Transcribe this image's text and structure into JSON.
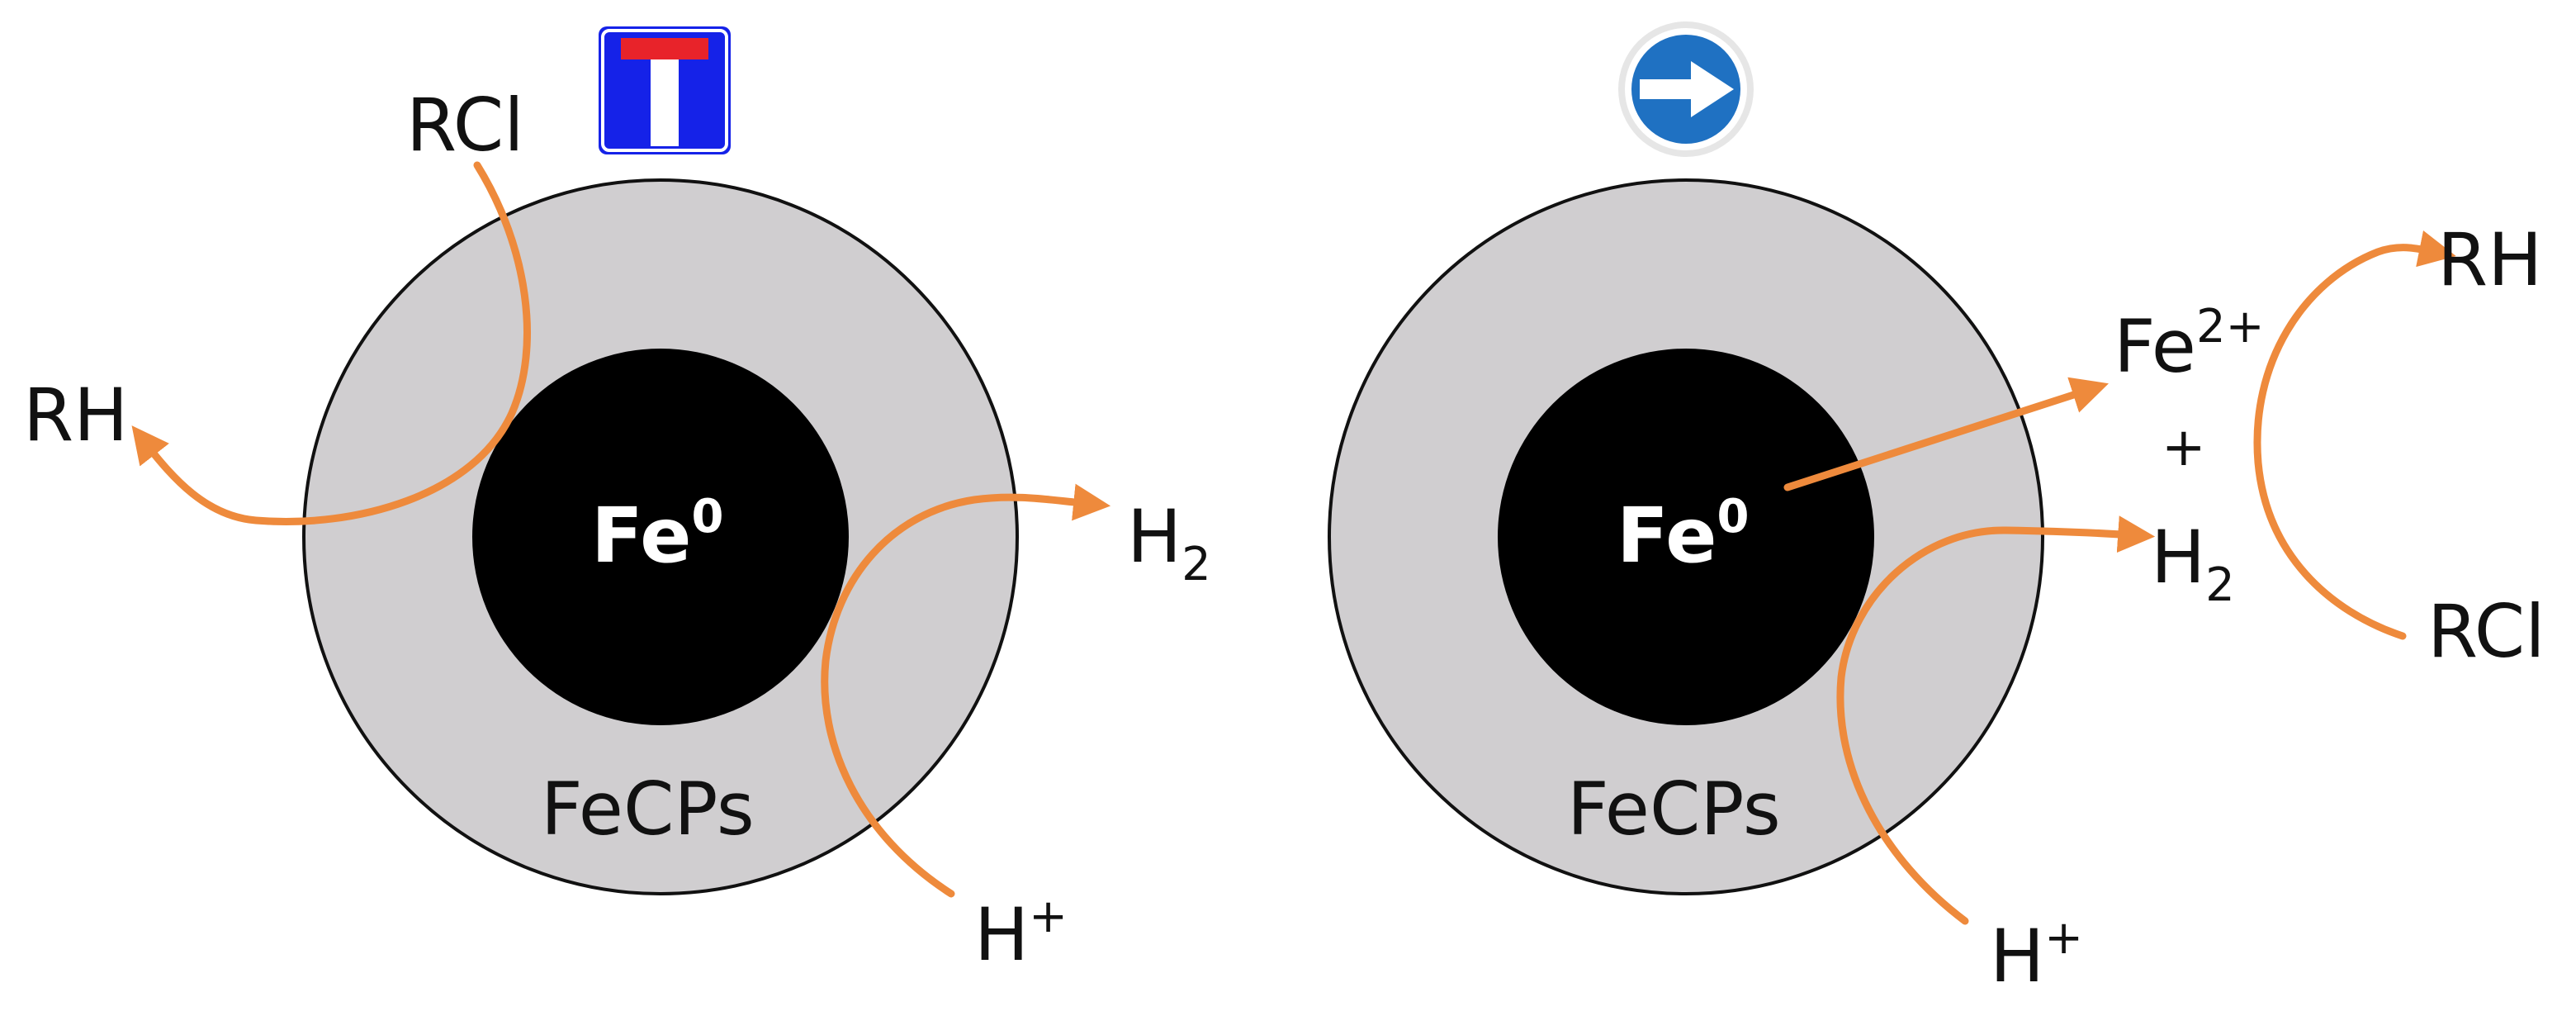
{
  "colors": {
    "arrow": "#EE8A3C",
    "shell_fill": "#D0CED0",
    "shell_stroke": "#111111",
    "core_fill": "#000000",
    "dead_end_sign_bg": "#1522E8",
    "dead_end_sign_bar": "#E8232A",
    "direction_sign_bg": "#1F71C2"
  },
  "left_panel": {
    "sign_icon": "dead-end-road-sign-icon",
    "core_label": {
      "base": "Fe",
      "sup": "0"
    },
    "shell_label": "FeCPs",
    "reactant_rcl": "RCl",
    "product_rh": "RH",
    "reactant_h": {
      "base": "H",
      "sup": "+"
    },
    "product_h2": {
      "base": "H",
      "sub": "2"
    }
  },
  "right_panel": {
    "sign_icon": "direction-arrow-sign-icon",
    "core_label": {
      "base": "Fe",
      "sup": "0"
    },
    "shell_label": "FeCPs",
    "product_fe": {
      "base": "Fe",
      "sup": "2+"
    },
    "plus": "+",
    "product_h2": {
      "base": "H",
      "sub": "2"
    },
    "reactant_h": {
      "base": "H",
      "sup": "+"
    },
    "product_rh": "RH",
    "reactant_rcl": "RCl"
  }
}
